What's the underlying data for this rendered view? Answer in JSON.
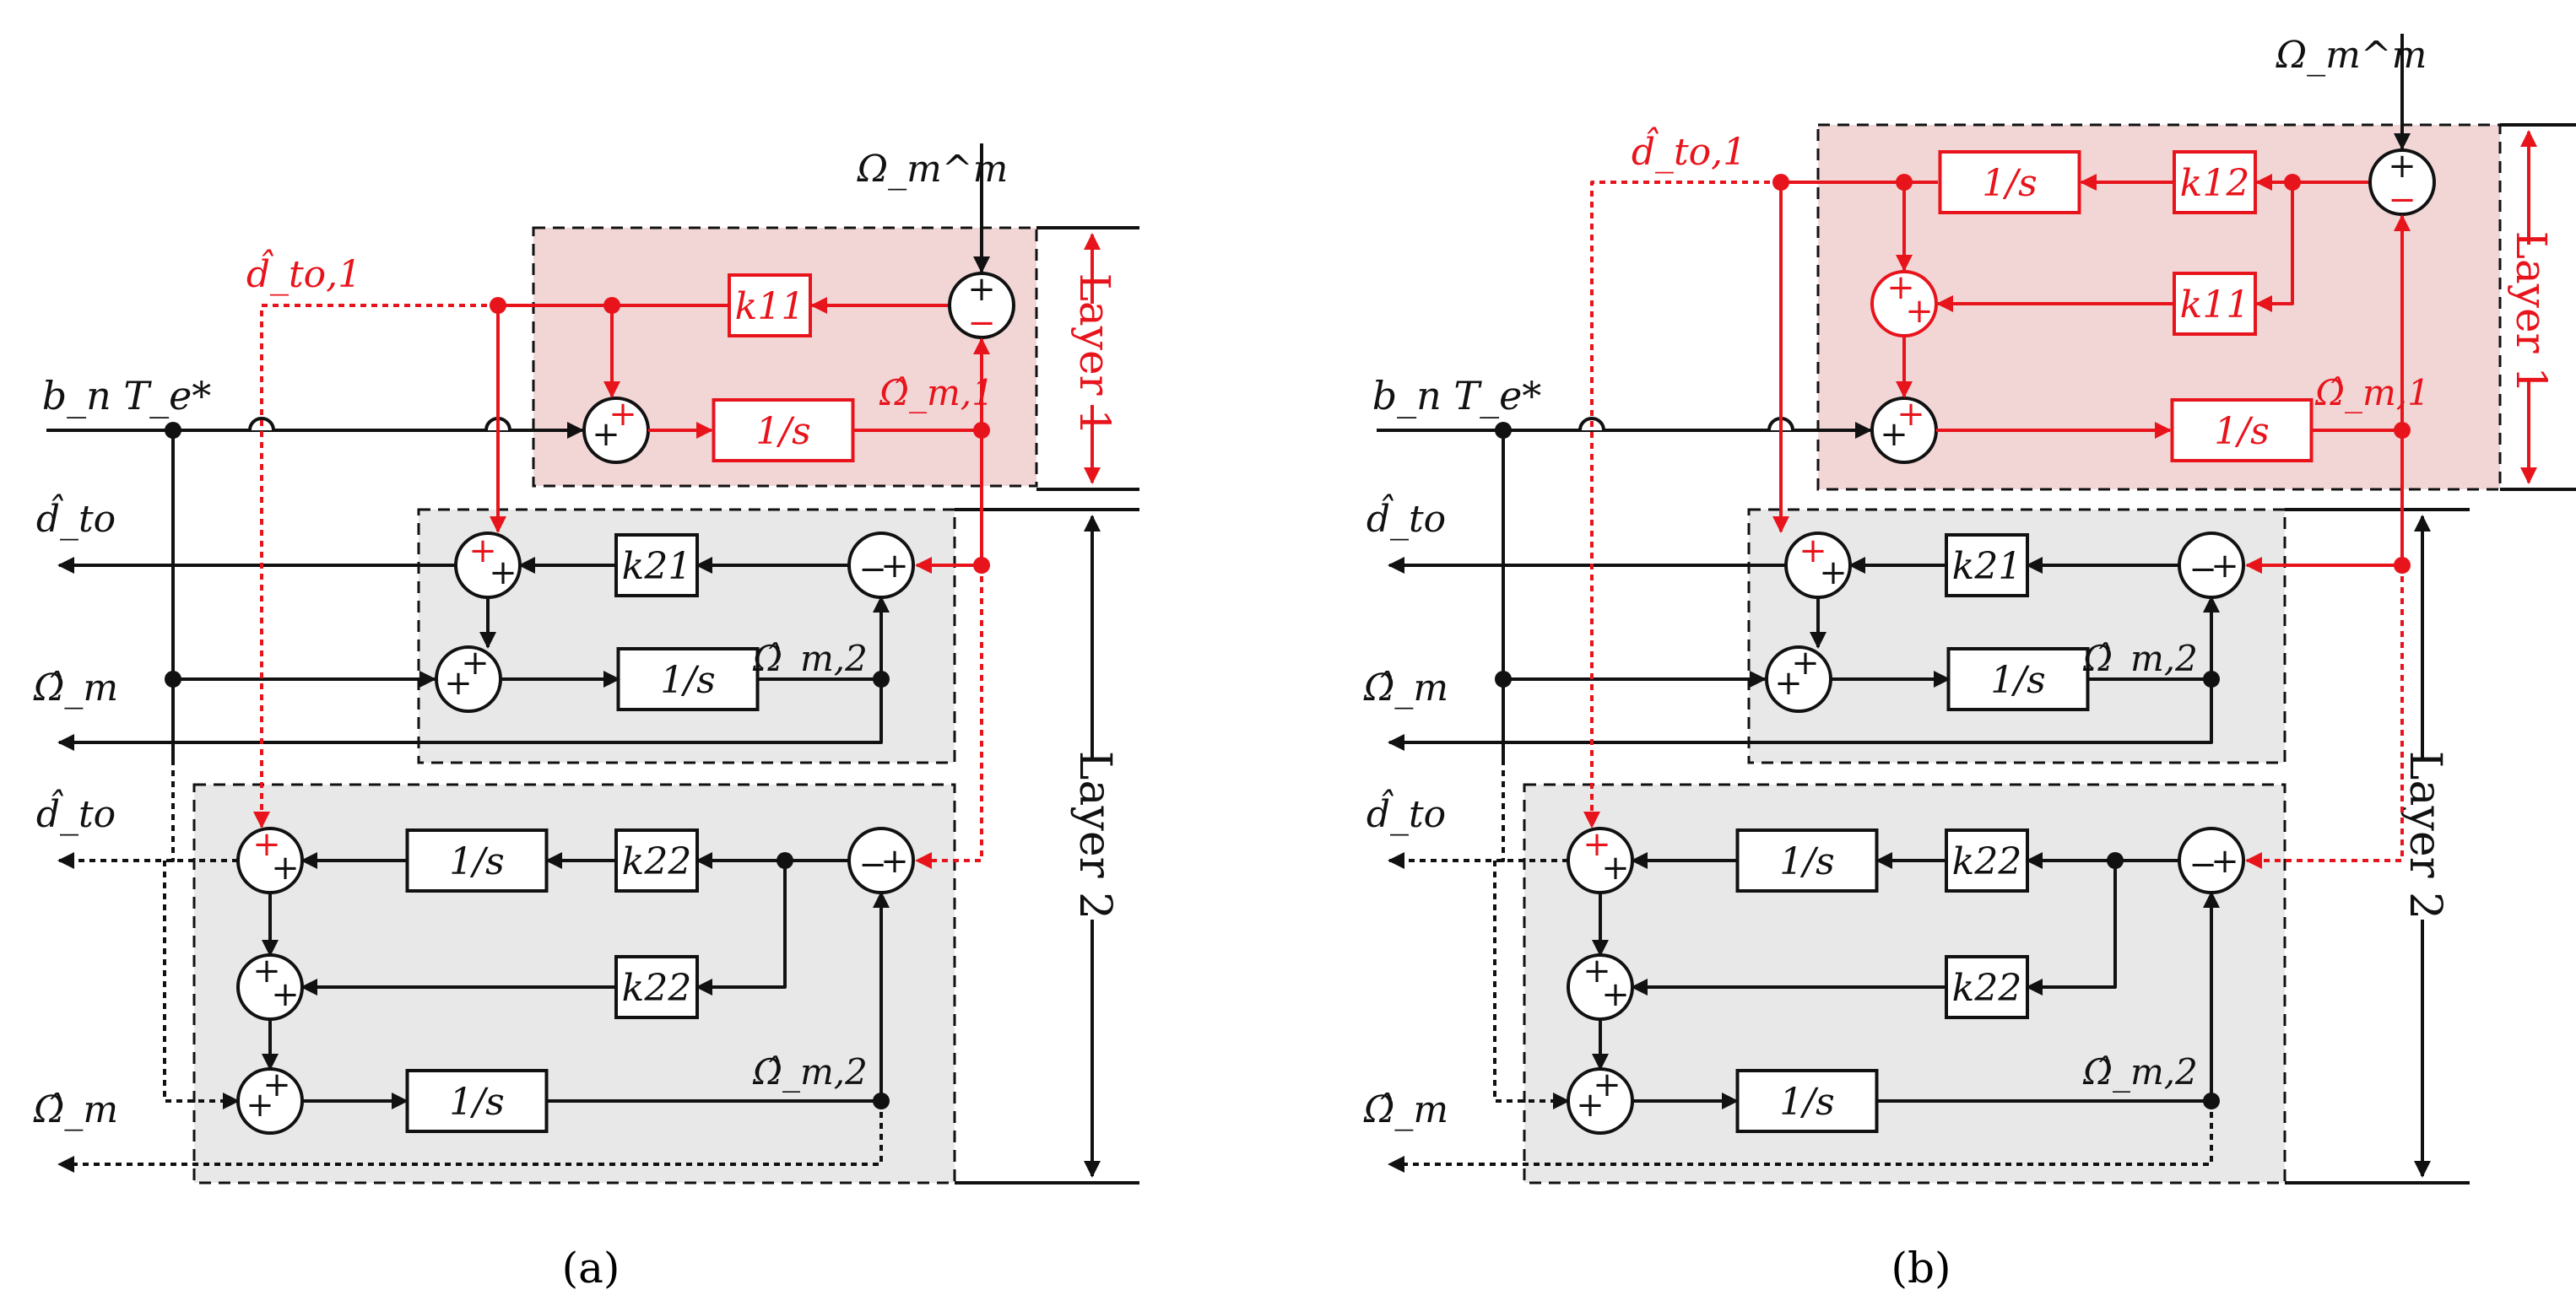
{
  "colors": {
    "primary": "#111111",
    "signal_red": "#e8141c",
    "layer1_fill": "#f2d6d6",
    "layer2_fill": "#e8e8e8"
  },
  "labels": {
    "input_torque": "b_n T_e*",
    "speed_measured": "Ω_m^m",
    "dist_estimate_layer1": "d̂_to,1",
    "speed_estimate_layer1": "Ω̂_m,1",
    "speed_estimate_layer2": "Ω̂_m,2",
    "dist_output": "d̂_to",
    "speed_output": "Ω̂_m",
    "layer1": "Layer 1",
    "layer2": "Layer 2",
    "integrator": "1/s",
    "gain_k11": "k11",
    "gain_k12": "k12",
    "gain_k21": "k21",
    "gain_k22": "k22",
    "caption_a": "(a)",
    "caption_b": "(b)"
  },
  "signs": {
    "plus": "+",
    "minus": "−"
  }
}
